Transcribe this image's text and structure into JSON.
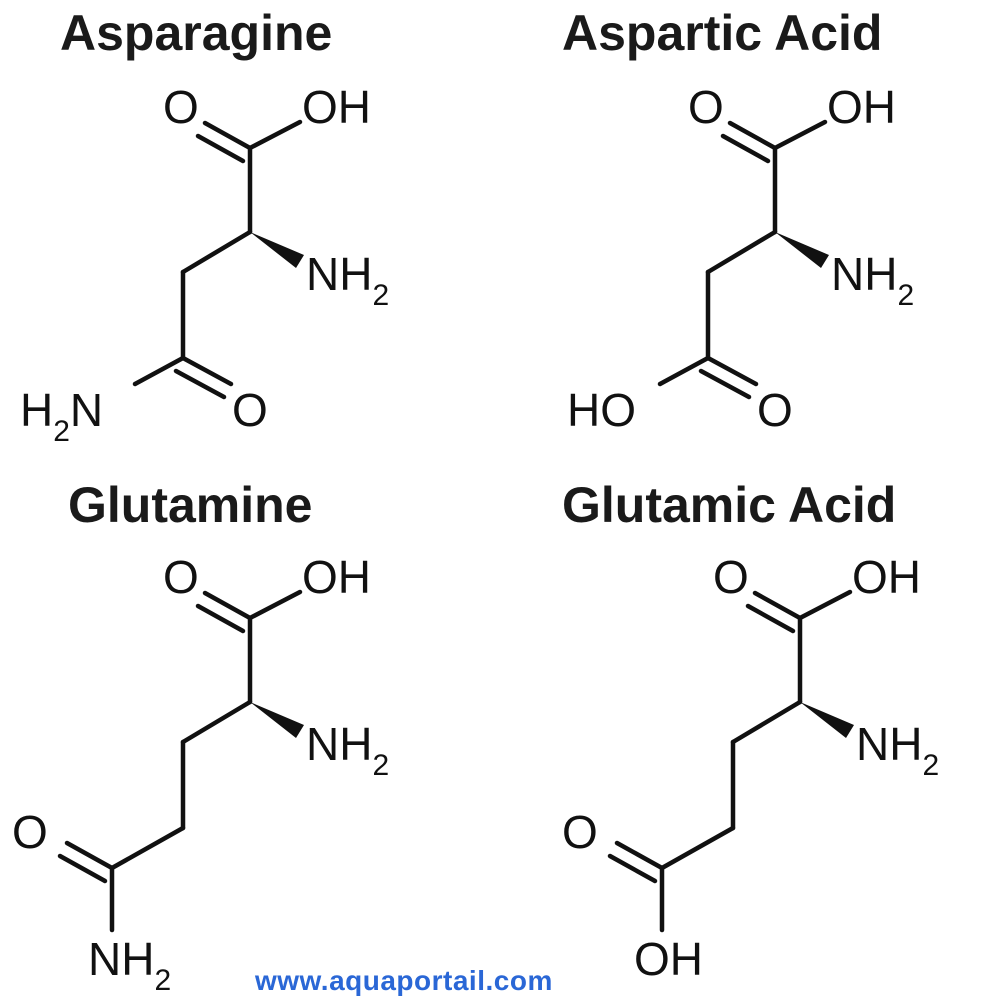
{
  "molecules": [
    {
      "name": "Asparagine",
      "labels": {
        "carbonyl_o": "O",
        "oh": "OH",
        "amine": "NH",
        "amine_sub": "2",
        "side_left": "H",
        "side_left_sub": "2",
        "side_left_end": "N",
        "side_right": "O"
      }
    },
    {
      "name": "Aspartic Acid",
      "labels": {
        "carbonyl_o": "O",
        "oh": "OH",
        "amine": "NH",
        "amine_sub": "2",
        "side_left": "HO",
        "side_right": "O"
      }
    },
    {
      "name": "Glutamine",
      "labels": {
        "carbonyl_o": "O",
        "oh": "OH",
        "amine": "NH",
        "amine_sub": "2",
        "side_o": "O",
        "side_bottom": "NH",
        "side_bottom_sub": "2"
      }
    },
    {
      "name": "Glutamic Acid",
      "labels": {
        "carbonyl_o": "O",
        "oh": "OH",
        "amine": "NH",
        "amine_sub": "2",
        "side_o": "O",
        "side_bottom": "OH"
      }
    }
  ],
  "footer": {
    "url": "www.aquaportail.com"
  }
}
